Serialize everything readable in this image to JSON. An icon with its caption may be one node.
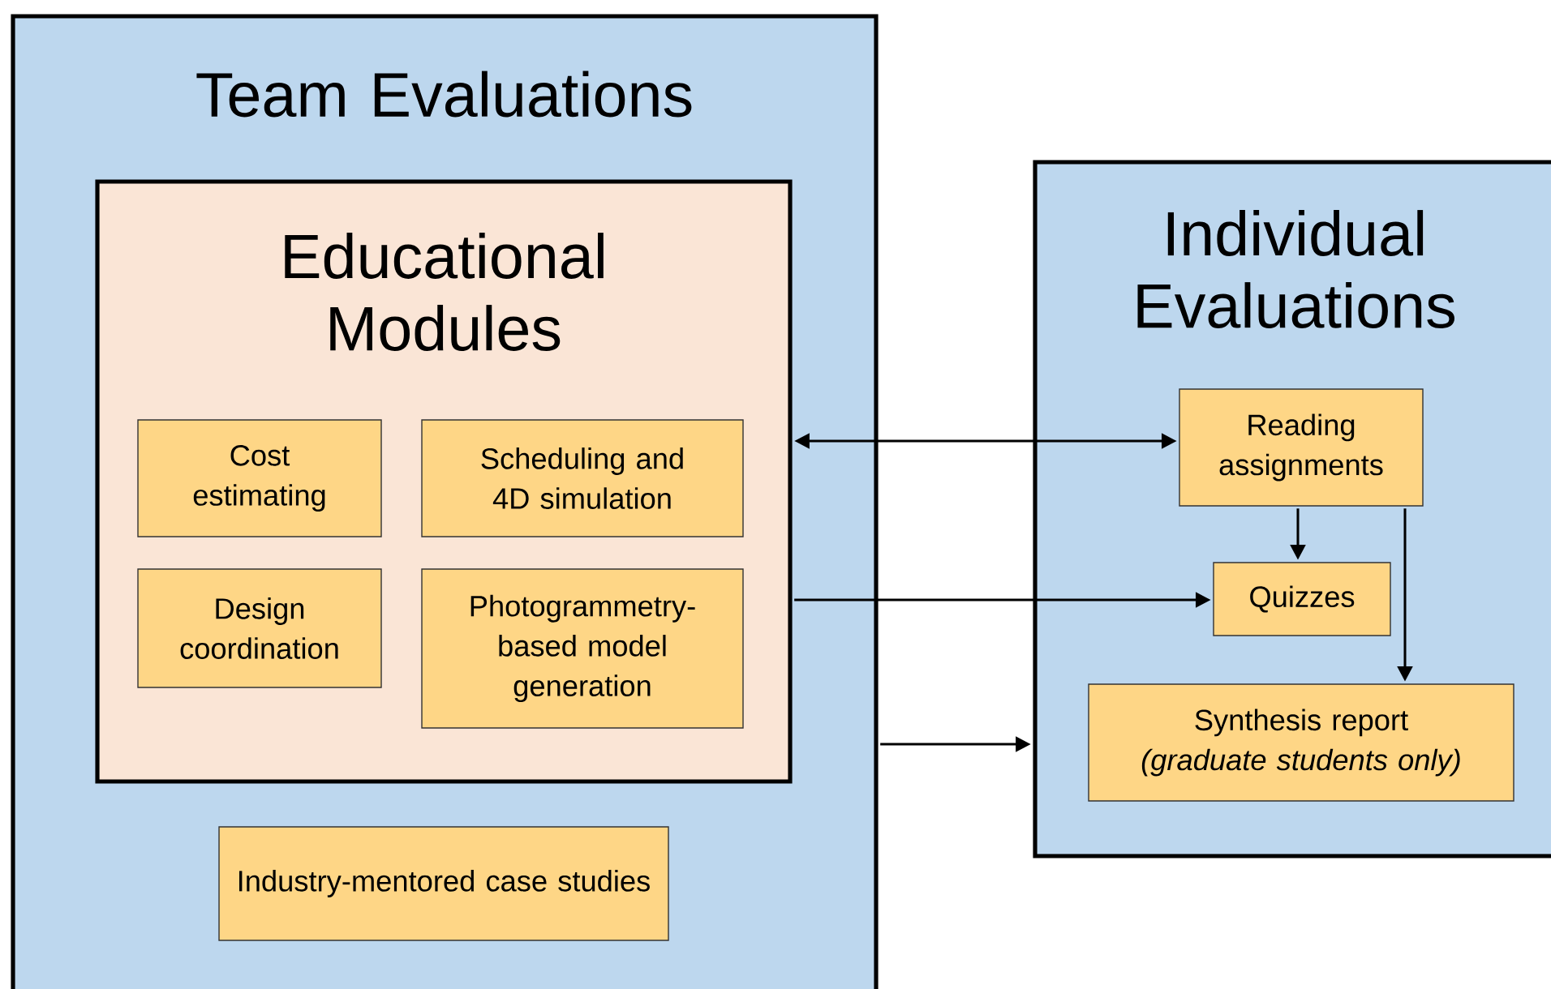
{
  "diagram": {
    "nodes": [
      {
        "text": [
          "Team Evaluations"
        ]
      },
      {
        "text": [
          "Educational Modules"
        ],
        "in": 0
      },
      {
        "text": [
          "Cost estimating"
        ],
        "in": 1
      },
      {
        "text": [
          "Scheduling and 4D simulation"
        ],
        "in": 1
      },
      {
        "text": [
          "Design coordination"
        ],
        "in": 1
      },
      {
        "text": [
          "Photogrammetry-based model generation"
        ],
        "in": 1
      },
      {
        "text": [
          "Industry-mentored case studies"
        ],
        "in": 0
      },
      {
        "text": [
          "Individual Evaluations"
        ]
      },
      {
        "text": [
          "Reading assignments"
        ],
        "in": 7
      },
      {
        "text": [
          "Quizzes"
        ],
        "in": 7
      },
      {
        "text": [
          "Synthesis report",
          "(graduate students only)"
        ],
        "in": 7
      }
    ],
    "edges": [
      {
        "from": 1,
        "to": 8,
        "arrow": "both"
      },
      {
        "from": 1,
        "to": 9,
        "arrow": "to"
      },
      {
        "from": 0,
        "to": 7,
        "arrow": "to"
      },
      {
        "from": 8,
        "to": 9,
        "arrow": "to"
      },
      {
        "from": 8,
        "to": 10,
        "arrow": "to"
      }
    ]
  }
}
